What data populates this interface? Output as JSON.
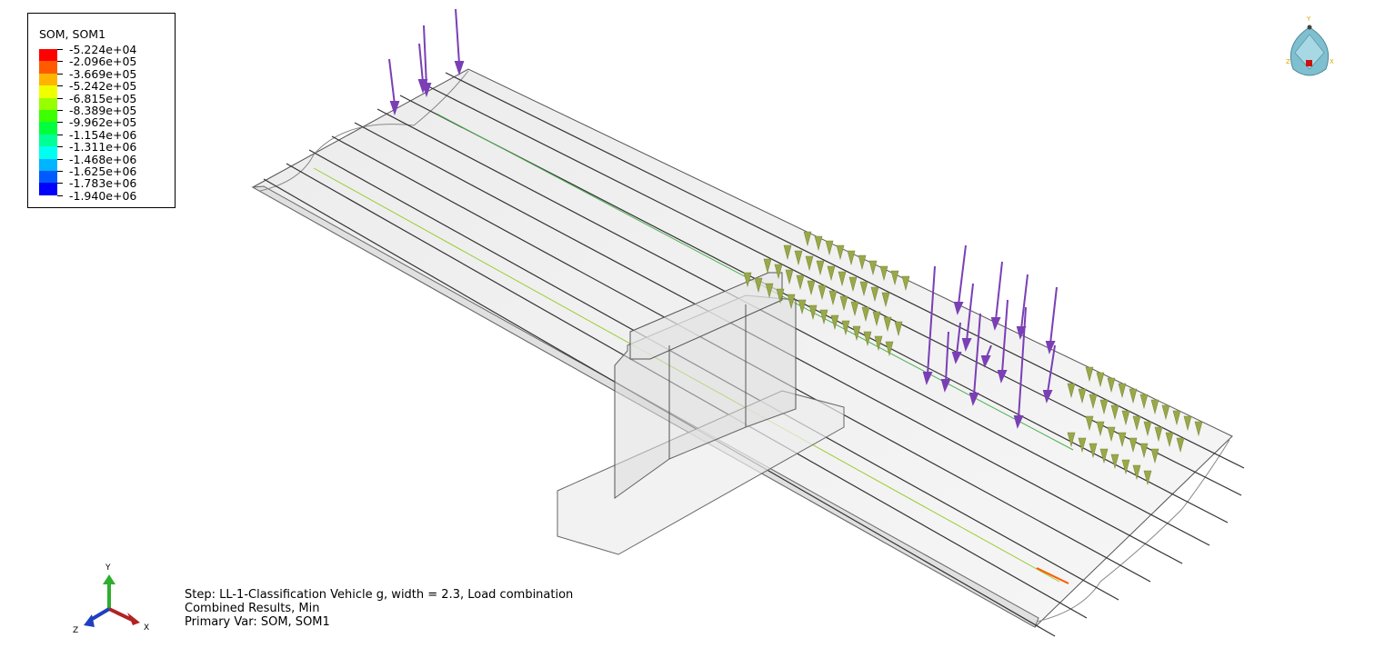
{
  "legend": {
    "title": "SOM, SOM1",
    "values": [
      "-5.224e+04",
      "-2.096e+05",
      "-3.669e+05",
      "-5.242e+05",
      "-6.815e+05",
      "-8.389e+05",
      "-9.962e+05",
      "-1.154e+06",
      "-1.311e+06",
      "-1.468e+06",
      "-1.625e+06",
      "-1.783e+06",
      "-1.940e+06"
    ],
    "colors": [
      "#ff0000",
      "#ff5a00",
      "#ffb400",
      "#f0ff00",
      "#96ff00",
      "#3cff00",
      "#00ff3c",
      "#00ff96",
      "#00fff0",
      "#00b4ff",
      "#005aff",
      "#0000ff"
    ]
  },
  "step_info": {
    "line1": "Step: LL-1-Classification Vehicle g, width = 2.3, Load combination",
    "line2": "Combined Results, Min",
    "line3": "Primary Var: SOM, SOM1"
  },
  "triad": {
    "y": "Y",
    "x": "X",
    "z": "Z"
  },
  "view_cube": {
    "y": "Y",
    "x": "X",
    "z": "Z"
  },
  "colors": {
    "load_arrow": "#7a3fb5",
    "pressure_load": "#9aa84a"
  }
}
